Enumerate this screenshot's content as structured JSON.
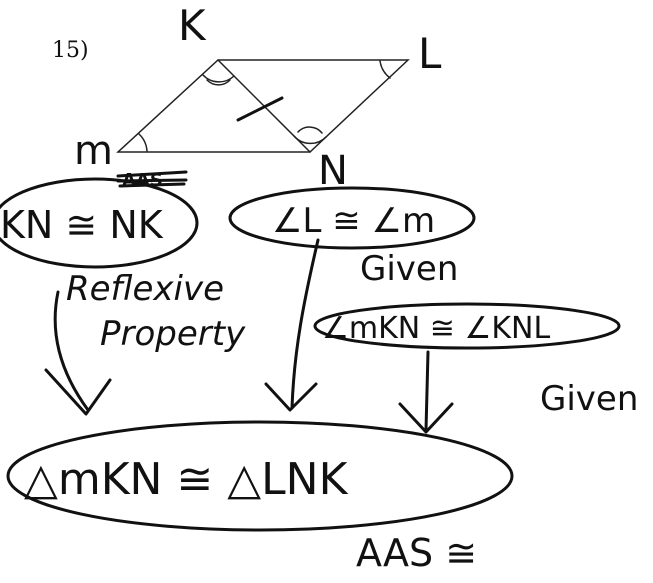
{
  "problem_number": "15)",
  "vertices": {
    "k": "K",
    "l": "L",
    "m": "m",
    "n": "N"
  },
  "crossed_out_note": "AAS",
  "boxes": {
    "reflexive_statement": "KN ≅ NK",
    "reflexive_reason_line1": "Reflexive",
    "reflexive_reason_line2": "Property",
    "angle_l_statement": "∠L ≅ ∠m",
    "angle_l_reason": "Given",
    "angle_mkn_statement": "∠mKN ≅ ∠KNL",
    "angle_mkn_reason": "Given",
    "conclusion_statement": "△mKN ≅ △LNK",
    "conclusion_reason": "AAS ≅"
  },
  "colors": {
    "ink": "#111111",
    "paper": "#ffffff"
  }
}
